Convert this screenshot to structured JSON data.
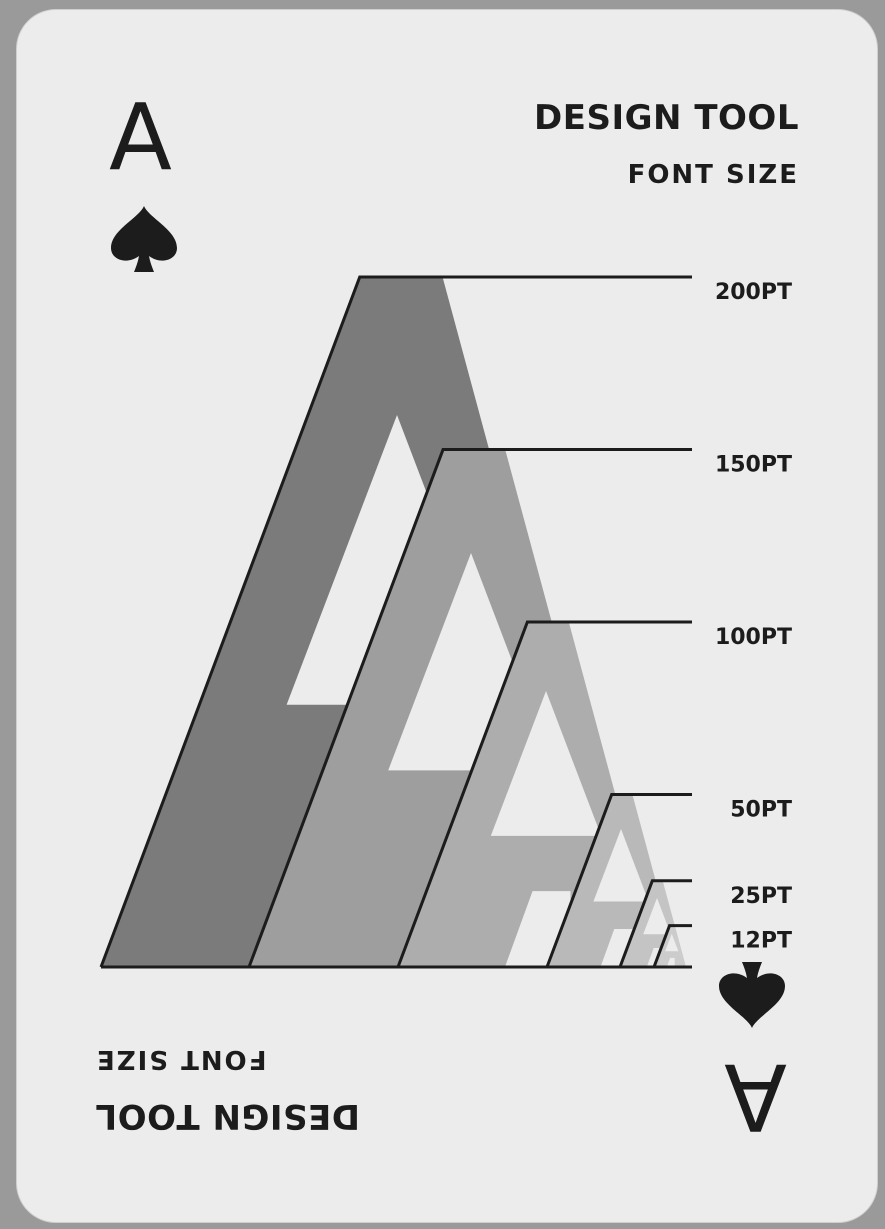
{
  "card": {
    "rank": "A",
    "suit": "spade",
    "suit_icon": "spade-icon",
    "title": "DESIGN TOOL",
    "subtitle": "FONT SIZE"
  },
  "sizes": [
    {
      "label": "200PT",
      "pt": 200,
      "shade": "#7b7b7b"
    },
    {
      "label": "150PT",
      "pt": 150,
      "shade": "#9e9e9e"
    },
    {
      "label": "100PT",
      "pt": 100,
      "shade": "#adadad"
    },
    {
      "label": "50PT",
      "pt": 50,
      "shade": "#b9b9b9"
    },
    {
      "label": "25PT",
      "pt": 25,
      "shade": "#c4c4c4"
    },
    {
      "label": "12PT",
      "pt": 12,
      "shade": "#cccccc"
    }
  ],
  "colors": {
    "card_bg": "#ececec",
    "ink": "#1c1c1c"
  }
}
